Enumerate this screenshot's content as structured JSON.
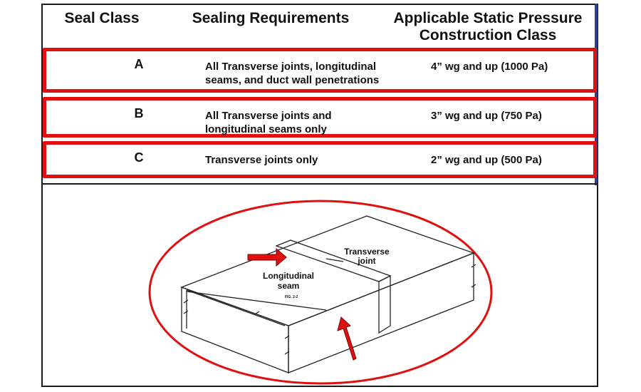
{
  "table": {
    "headers": {
      "seal_class": "Seal Class",
      "sealing_requirements": "Sealing Requirements",
      "pressure_line1": "Applicable Static Pressure",
      "pressure_line2": "Construction Class"
    },
    "rows": [
      {
        "class": "A",
        "req_line1": "All Transverse joints, longitudinal",
        "req_line2": "seams, and duct wall penetrations",
        "pressure": "4” wg and up (1000 Pa)"
      },
      {
        "class": "B",
        "req_line1": "All Transverse joints and",
        "req_line2": "longitudinal seams only",
        "pressure": "3” wg and up (750 Pa)"
      },
      {
        "class": "C",
        "req_line1": "Transverse joints only",
        "req_line2": "",
        "pressure": "2” wg and up (500 Pa)"
      }
    ]
  },
  "figure": {
    "transverse_line1": "Transverse",
    "transverse_line2": "joint",
    "longitudinal_line1": "Longitudinal",
    "longitudinal_line2": "seam",
    "fig_ref": "FIG. 2-2"
  },
  "colors": {
    "highlight": "#e01010",
    "frame": "#1a1a1a",
    "accent": "#2a3f8f"
  }
}
